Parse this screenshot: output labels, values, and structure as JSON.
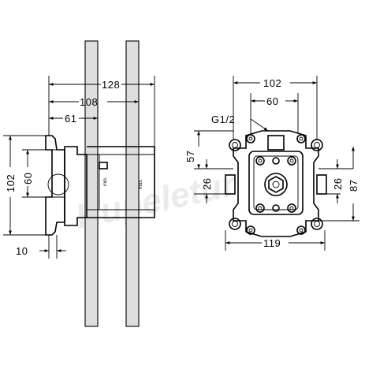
{
  "side_view": {
    "dims": {
      "overall_width": "128",
      "mid_width": "108",
      "short_width": "61",
      "height_outer": "102",
      "height_inner": "60",
      "bottom_offset": "10"
    },
    "labels": {
      "min": "min.",
      "max": "max."
    }
  },
  "front_view": {
    "dims": {
      "top_outer": "102",
      "top_inner": "60",
      "thread": "G1/2",
      "left_upper": "57",
      "left_lower": "26",
      "right_inner": "26",
      "right_outer": "87",
      "bottom_width": "119"
    }
  },
  "watermark": "Kupeletur",
  "colors": {
    "line": "#000000",
    "pipe_fill": "#dedede",
    "background": "#ffffff"
  }
}
